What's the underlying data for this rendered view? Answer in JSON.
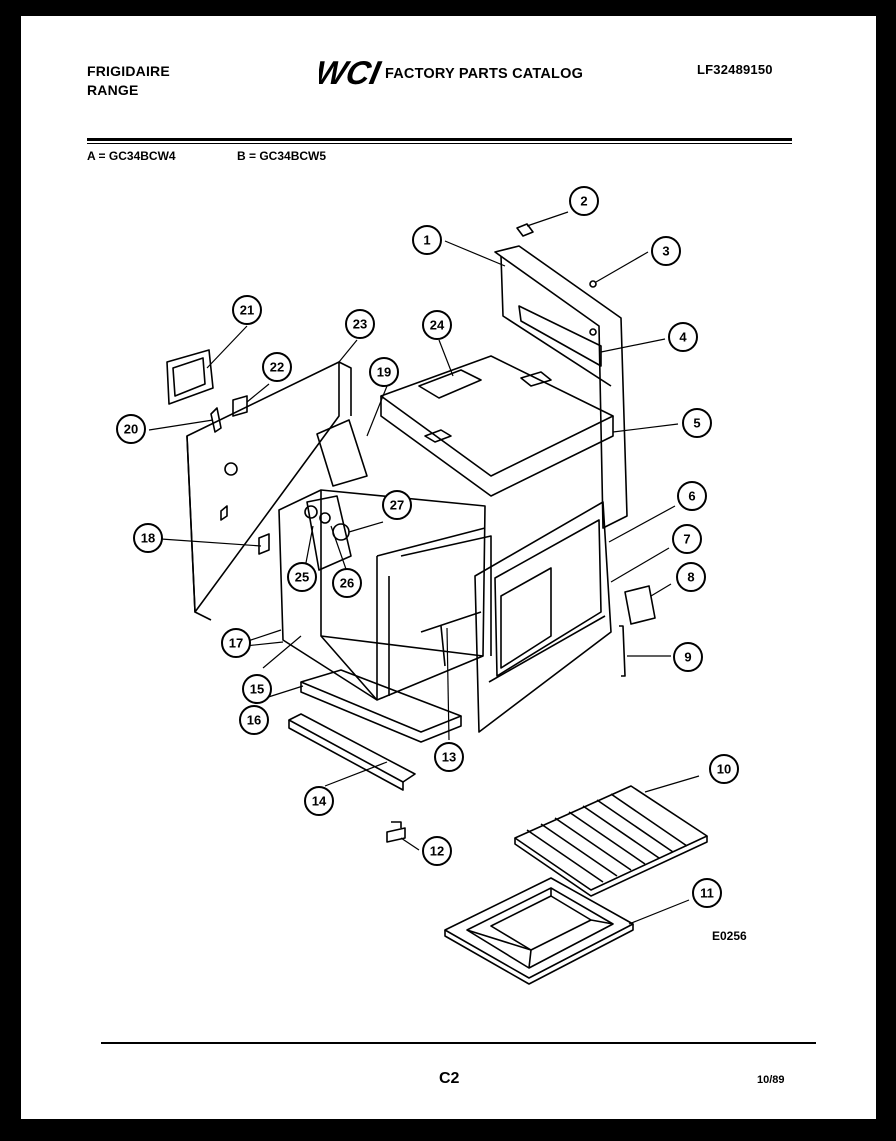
{
  "header": {
    "brand_line1": "FRIGIDAIRE",
    "brand_line2": "RANGE",
    "logo_text": "WCI",
    "catalog_title": "FACTORY PARTS CATALOG",
    "catalog_code": "LF32489150"
  },
  "models": {
    "a": "A = GC34BCW4",
    "b": "B = GC34BCW5"
  },
  "callouts": [
    "1",
    "2",
    "3",
    "4",
    "5",
    "6",
    "7",
    "8",
    "9",
    "10",
    "11",
    "12",
    "13",
    "14",
    "15",
    "16",
    "17",
    "18",
    "19",
    "20",
    "21",
    "22",
    "23",
    "24",
    "25",
    "26",
    "27"
  ],
  "drawing_ref": "E0256",
  "footer": {
    "page": "C2",
    "date": "10/89"
  }
}
